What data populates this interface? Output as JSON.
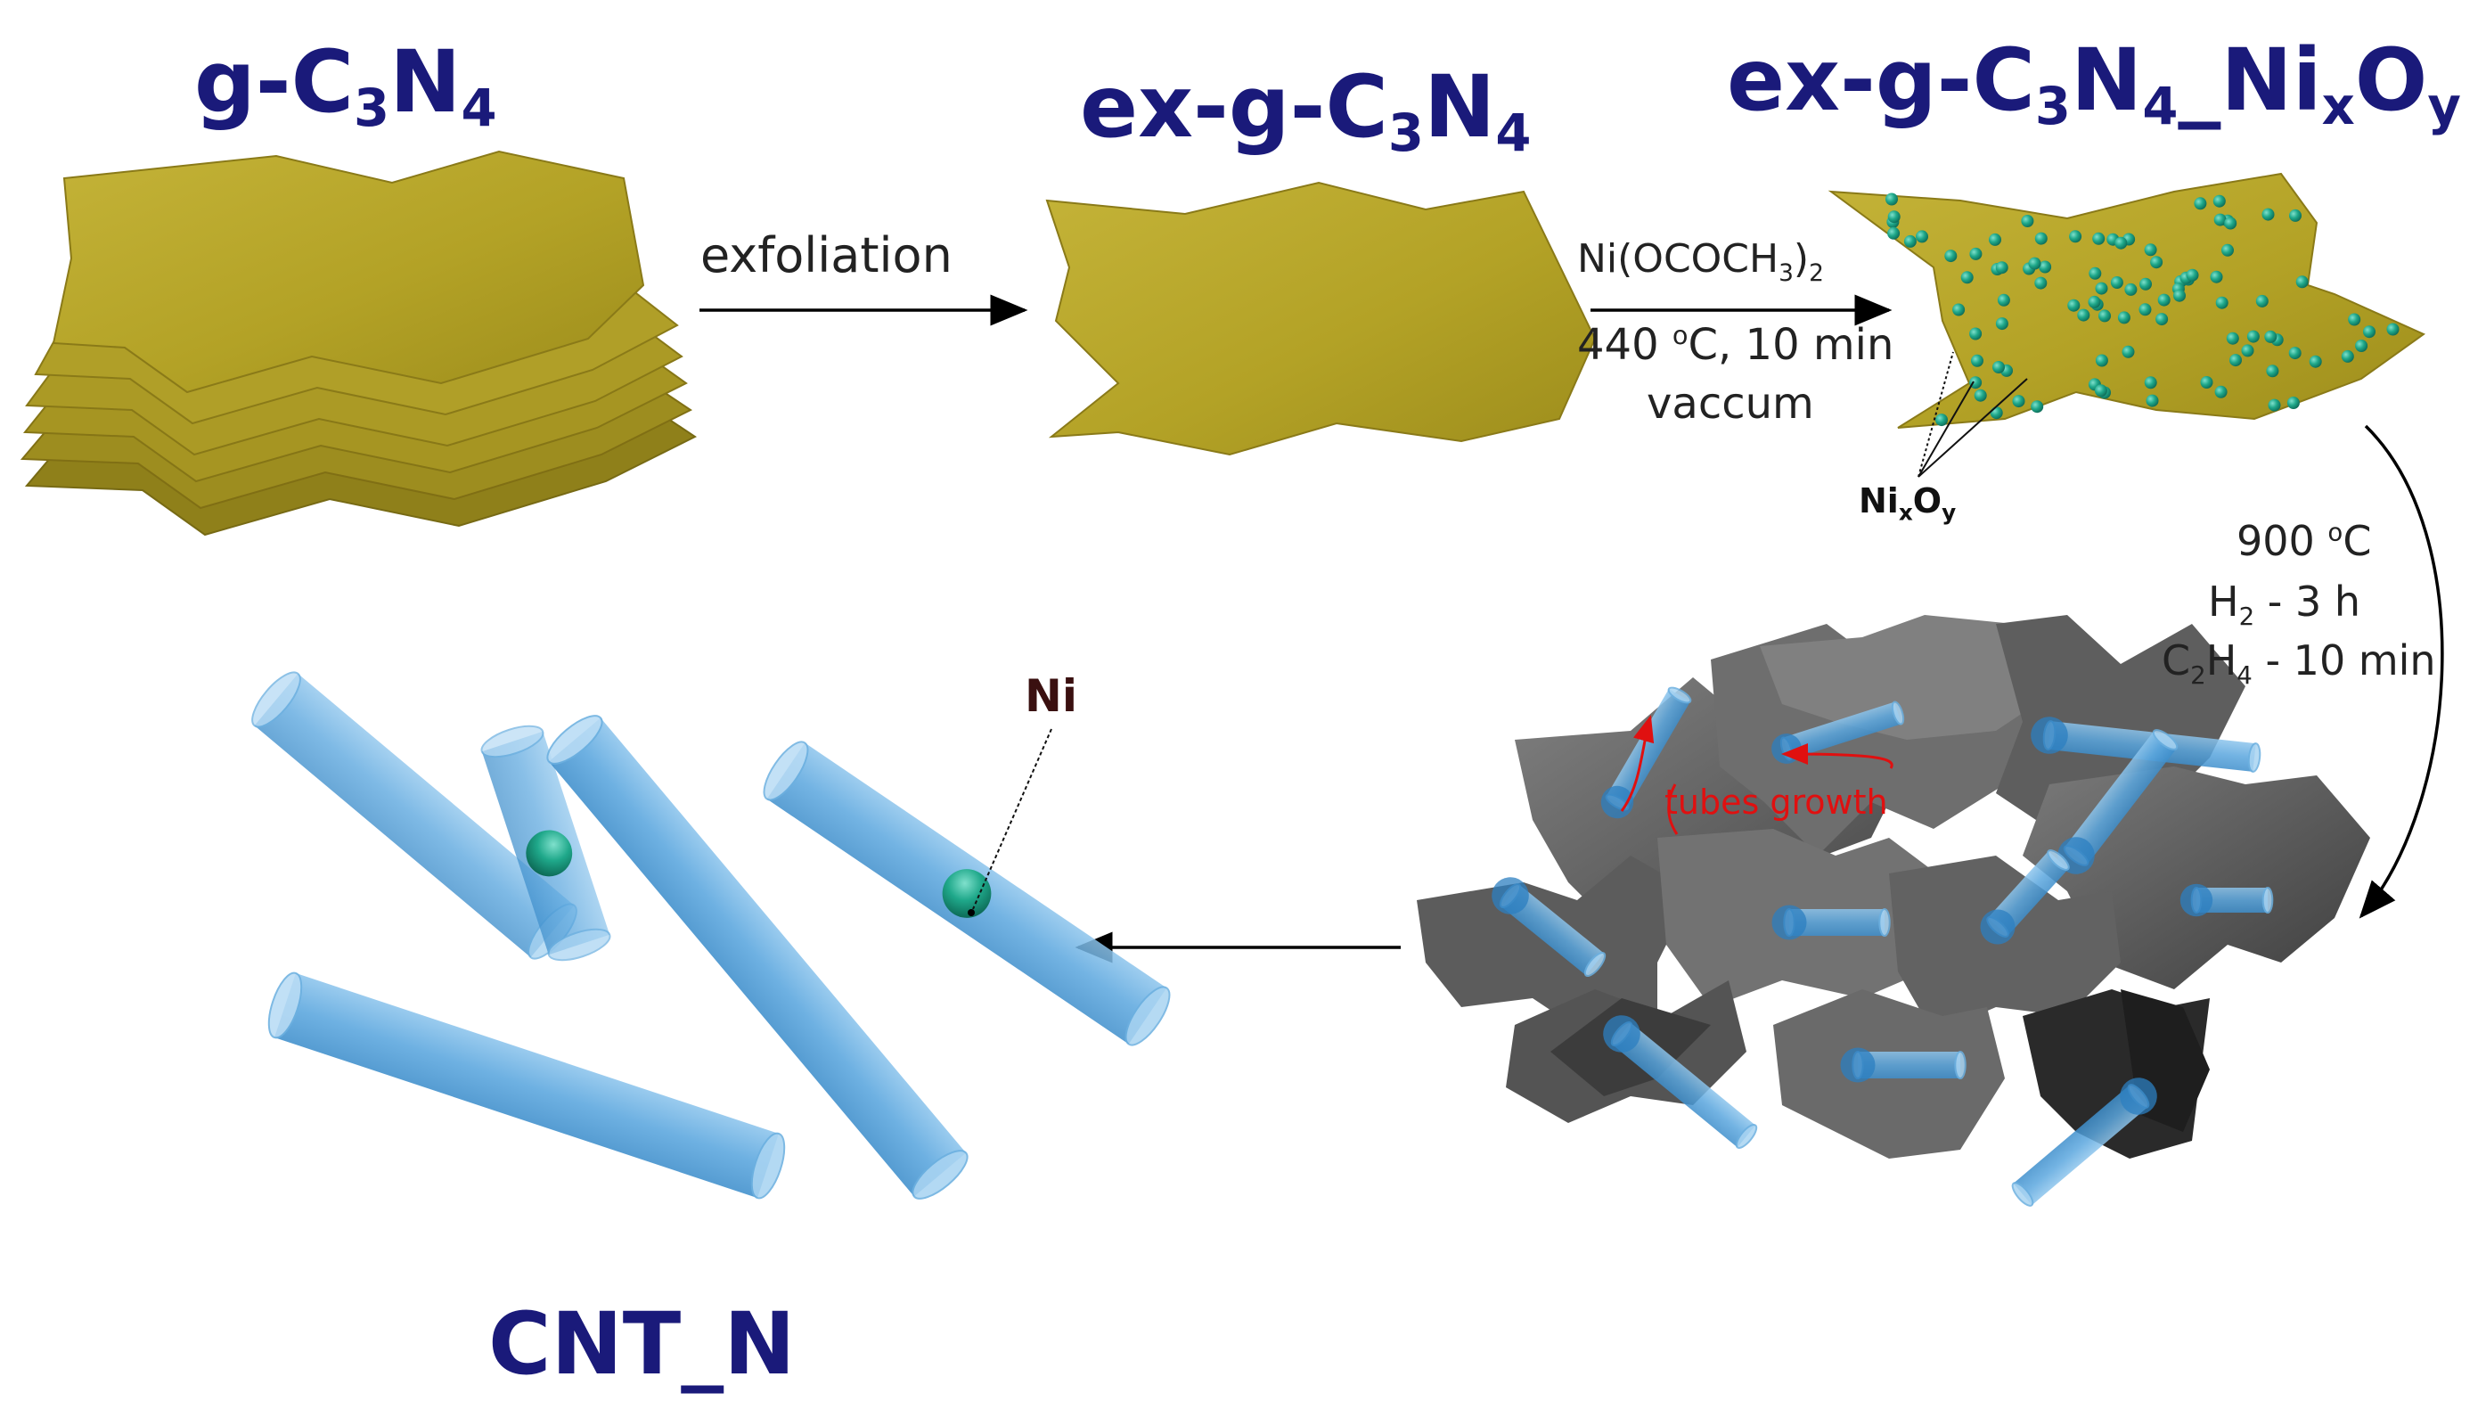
{
  "titles": {
    "g_c3n4": {
      "pre": "g-C",
      "s1": "3",
      "mid": "N",
      "s2": "4"
    },
    "ex_g_c3n4": {
      "pre": "ex-g-C",
      "s1": "3",
      "mid": "N",
      "s2": "4"
    },
    "ex_g_c3n4_nixoy": {
      "pre": "ex-g-C",
      "s1": "3",
      "mid": "N",
      "s2": "4",
      "mid2": "_Ni",
      "s3": "x",
      "mid3": "O",
      "s4": "y"
    },
    "cnt_n": "CNT_N"
  },
  "steps": {
    "exfoliation": "exfoliation",
    "ni_precursor": {
      "pre": "Ni(OCOCH",
      "s1": "3",
      "post": ")",
      "s2": "2"
    },
    "temp_time": {
      "pre": "440 ",
      "sup": "o",
      "post": "C, 10 min"
    },
    "atmosphere": "vaccum",
    "growth_temp": {
      "pre": "900 ",
      "sup": "o",
      "post": "C"
    },
    "h2": {
      "pre": "H",
      "s": "2",
      "post": " - 3 h"
    },
    "c2h4": {
      "pre": "C",
      "s1": "2",
      "mid": "H",
      "s2": "4",
      "post": " - 10 min"
    }
  },
  "labels": {
    "nixoy": {
      "pre": "Ni",
      "s1": "x",
      "mid": "O",
      "s2": "y"
    },
    "tubes_growth": "tubes growth",
    "ni": "Ni"
  },
  "colors": {
    "sheet": "#b5a42a",
    "sheet_dark": "#8c7e18",
    "particle": "#1fa88a",
    "tube": "#5aa6de",
    "dark_sheet": "#5c5c5c",
    "title": "#1a1a7a",
    "annotation": "#e01010"
  }
}
